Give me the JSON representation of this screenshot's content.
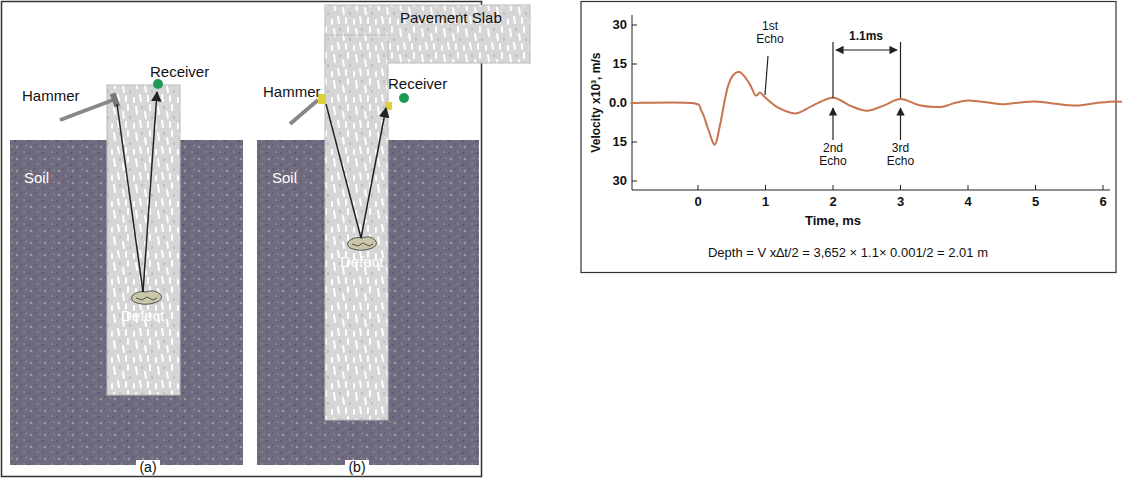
{
  "diagram": {
    "caption": "Depth = V x∆t/2 = 3,652 × 1.1× 0.001/2 = 2.01 m",
    "labels": [
      "Hammer",
      "Receiver",
      "Soil",
      "Defect",
      "(a)",
      "Pavement Slab",
      "Hammer",
      "Receiver",
      "Soil",
      "Defect",
      "(b)",
      "30",
      "15",
      "0.0",
      "15",
      "30",
      "Velocity x10³, m/s",
      "0",
      "1",
      "2",
      "3",
      "4",
      "5",
      "6",
      "Time, ms",
      "1st Echo",
      "1.1ms",
      "2nd Echo",
      "3rd Echo"
    ]
  }
}
